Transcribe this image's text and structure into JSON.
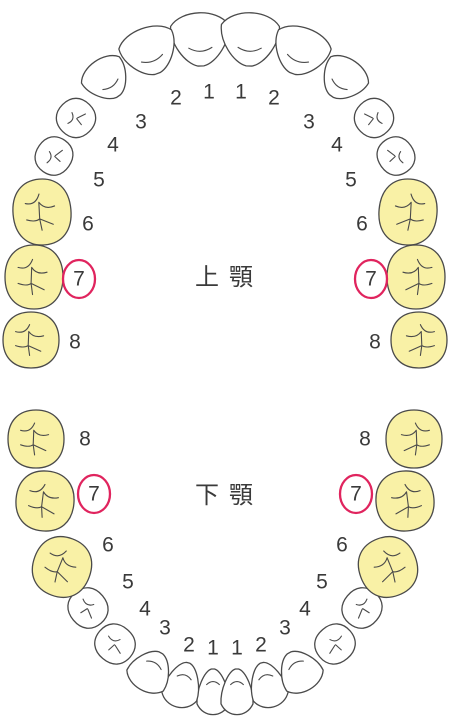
{
  "colors": {
    "molar_fill": "#f9f1a6",
    "tooth_fill": "#ffffff",
    "outline": "#4a4a4a",
    "highlight": "#e0245e"
  },
  "jaw_labels": {
    "upper": "上顎",
    "lower": "下顎"
  },
  "highlighted_tooth": "7",
  "upper": {
    "left": [
      {
        "num": "1",
        "kind": "incisor",
        "molar": false,
        "highlight": false
      },
      {
        "num": "2",
        "kind": "incisor",
        "molar": false,
        "highlight": false
      },
      {
        "num": "3",
        "kind": "canine",
        "molar": false,
        "highlight": false
      },
      {
        "num": "4",
        "kind": "premolar",
        "molar": false,
        "highlight": false
      },
      {
        "num": "5",
        "kind": "premolar",
        "molar": false,
        "highlight": false
      },
      {
        "num": "6",
        "kind": "molar",
        "molar": true,
        "highlight": false
      },
      {
        "num": "7",
        "kind": "molar",
        "molar": true,
        "highlight": true
      },
      {
        "num": "8",
        "kind": "molar",
        "molar": true,
        "highlight": false
      }
    ],
    "right": [
      {
        "num": "1",
        "kind": "incisor",
        "molar": false,
        "highlight": false
      },
      {
        "num": "2",
        "kind": "incisor",
        "molar": false,
        "highlight": false
      },
      {
        "num": "3",
        "kind": "canine",
        "molar": false,
        "highlight": false
      },
      {
        "num": "4",
        "kind": "premolar",
        "molar": false,
        "highlight": false
      },
      {
        "num": "5",
        "kind": "premolar",
        "molar": false,
        "highlight": false
      },
      {
        "num": "6",
        "kind": "molar",
        "molar": true,
        "highlight": false
      },
      {
        "num": "7",
        "kind": "molar",
        "molar": true,
        "highlight": true
      },
      {
        "num": "8",
        "kind": "molar",
        "molar": true,
        "highlight": false
      }
    ]
  },
  "lower": {
    "left": [
      {
        "num": "1",
        "kind": "incisor",
        "molar": false,
        "highlight": false
      },
      {
        "num": "2",
        "kind": "incisor",
        "molar": false,
        "highlight": false
      },
      {
        "num": "3",
        "kind": "canine",
        "molar": false,
        "highlight": false
      },
      {
        "num": "4",
        "kind": "premolar",
        "molar": false,
        "highlight": false
      },
      {
        "num": "5",
        "kind": "premolar",
        "molar": false,
        "highlight": false
      },
      {
        "num": "6",
        "kind": "molar",
        "molar": true,
        "highlight": false
      },
      {
        "num": "7",
        "kind": "molar",
        "molar": true,
        "highlight": true
      },
      {
        "num": "8",
        "kind": "molar",
        "molar": true,
        "highlight": false
      }
    ],
    "right": [
      {
        "num": "1",
        "kind": "incisor",
        "molar": false,
        "highlight": false
      },
      {
        "num": "2",
        "kind": "incisor",
        "molar": false,
        "highlight": false
      },
      {
        "num": "3",
        "kind": "canine",
        "molar": false,
        "highlight": false
      },
      {
        "num": "4",
        "kind": "premolar",
        "molar": false,
        "highlight": false
      },
      {
        "num": "5",
        "kind": "premolar",
        "molar": false,
        "highlight": false
      },
      {
        "num": "6",
        "kind": "molar",
        "molar": true,
        "highlight": false
      },
      {
        "num": "7",
        "kind": "molar",
        "molar": true,
        "highlight": true
      },
      {
        "num": "8",
        "kind": "molar",
        "molar": true,
        "highlight": false
      }
    ]
  }
}
